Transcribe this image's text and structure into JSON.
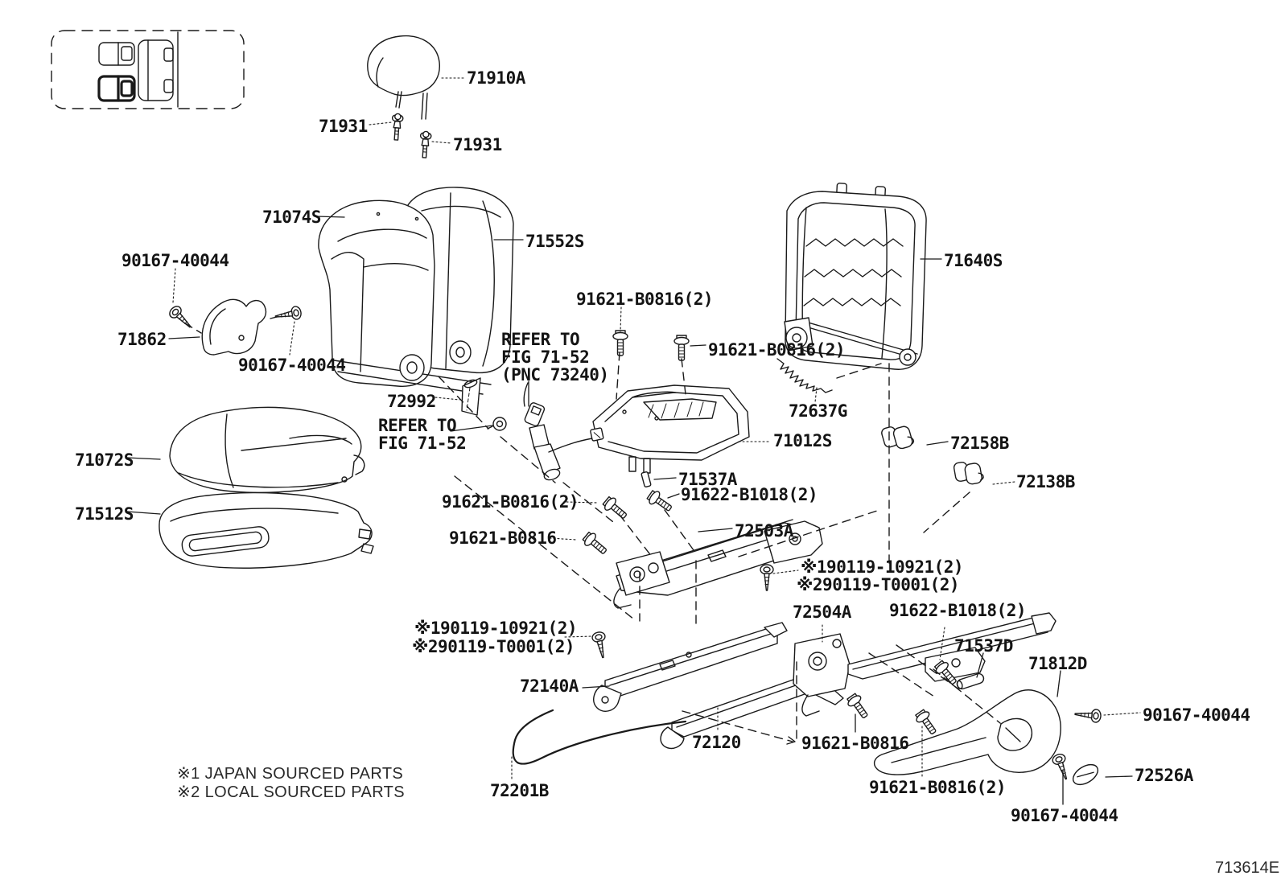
{
  "diagram": {
    "figure_code": "713614E",
    "colors": {
      "ink": "#1a1a1a",
      "paper": "#ffffff"
    },
    "notes": [
      {
        "text": "※1 JAPAN SOURCED PARTS"
      },
      {
        "text": "※2 LOCAL SOURCED PARTS"
      }
    ],
    "labels": [
      {
        "text": "71910A"
      },
      {
        "text": "71931"
      },
      {
        "text": "71931"
      },
      {
        "text": "71074S"
      },
      {
        "text": "71552S"
      },
      {
        "text": "90167-40044"
      },
      {
        "text": "71862"
      },
      {
        "text": "90167-40044"
      },
      {
        "text": "91621-B0816(2)"
      },
      {
        "text": "91621-B0816(2)"
      },
      {
        "text": "71640S"
      },
      {
        "text": "REFER TO\nFIG 71-52\n(PNC 73240)"
      },
      {
        "text": "72992"
      },
      {
        "text": "REFER TO\nFIG 71-52"
      },
      {
        "text": "72637G"
      },
      {
        "text": "71012S"
      },
      {
        "text": "72158B"
      },
      {
        "text": "72138B"
      },
      {
        "text": "71072S"
      },
      {
        "text": "71512S"
      },
      {
        "text": "71537A"
      },
      {
        "text": "91622-B1018(2)"
      },
      {
        "text": "91621-B0816(2)"
      },
      {
        "text": "91621-B0816"
      },
      {
        "text": "72503A"
      },
      {
        "text": "※190119-10921(2)"
      },
      {
        "text": "※290119-T0001(2)"
      },
      {
        "text": "72504A"
      },
      {
        "text": "91622-B1018(2)"
      },
      {
        "text": "71537D"
      },
      {
        "text": "71812D"
      },
      {
        "text": "※190119-10921(2)"
      },
      {
        "text": "※290119-T0001(2)"
      },
      {
        "text": "72140A"
      },
      {
        "text": "72120"
      },
      {
        "text": "91621-B0816"
      },
      {
        "text": "72201B"
      },
      {
        "text": "91621-B0816(2)"
      },
      {
        "text": "90167-40044"
      },
      {
        "text": "72526A"
      },
      {
        "text": "90167-40044"
      }
    ]
  }
}
